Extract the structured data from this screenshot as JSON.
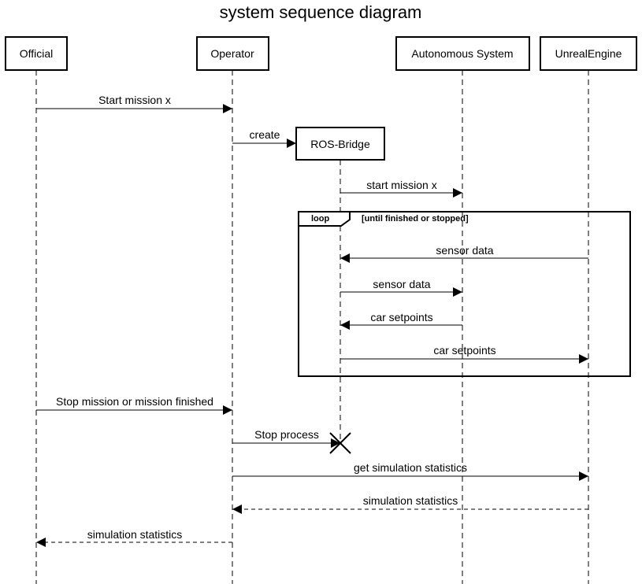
{
  "title": "system sequence diagram",
  "participants": [
    {
      "id": "official",
      "label": "Official"
    },
    {
      "id": "operator",
      "label": "Operator"
    },
    {
      "id": "autonomous",
      "label": "Autonomous System"
    },
    {
      "id": "unreal",
      "label": "UnrealEngine"
    },
    {
      "id": "rosbridge",
      "label": "ROS-Bridge",
      "created": true
    }
  ],
  "messages": [
    {
      "label": "Start mission x",
      "from": "official",
      "to": "operator",
      "style": "solid"
    },
    {
      "label": "create",
      "from": "operator",
      "to": "rosbridge",
      "style": "solid",
      "kind": "create"
    },
    {
      "label": "start mission x",
      "from": "rosbridge",
      "to": "autonomous",
      "style": "solid"
    },
    {
      "label": "sensor data",
      "from": "unreal",
      "to": "rosbridge",
      "style": "solid"
    },
    {
      "label": "sensor data",
      "from": "rosbridge",
      "to": "autonomous",
      "style": "solid"
    },
    {
      "label": "car setpoints",
      "from": "autonomous",
      "to": "rosbridge",
      "style": "solid"
    },
    {
      "label": "car setpoints",
      "from": "rosbridge",
      "to": "unreal",
      "style": "solid"
    },
    {
      "label": "Stop mission or mission finished",
      "from": "official",
      "to": "operator",
      "style": "solid"
    },
    {
      "label": "Stop process",
      "from": "operator",
      "to": "rosbridge",
      "style": "solid",
      "kind": "destroy"
    },
    {
      "label": "get simulation statistics",
      "from": "operator",
      "to": "unreal",
      "style": "solid"
    },
    {
      "label": "simulation statistics",
      "from": "unreal",
      "to": "operator",
      "style": "dashed"
    },
    {
      "label": "simulation statistics",
      "from": "operator",
      "to": "official",
      "style": "dashed"
    }
  ],
  "loop": {
    "keyword": "loop",
    "condition": "[until finished or stopped]"
  }
}
